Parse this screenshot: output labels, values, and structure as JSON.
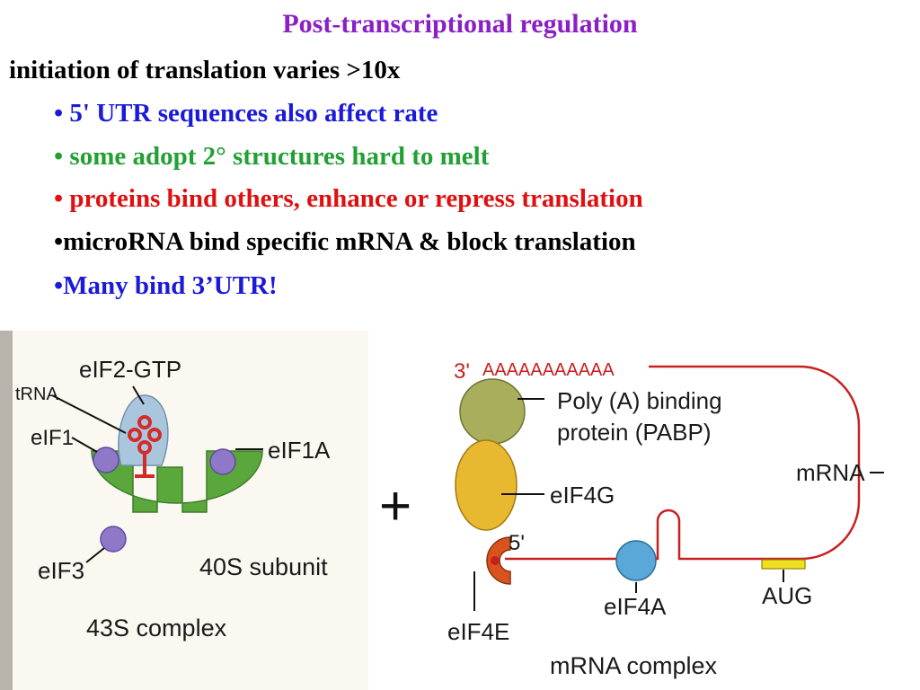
{
  "slide": {
    "title": "Post-transcriptional regulation",
    "intro": "initiation of translation varies >10x",
    "bullets": [
      {
        "marker": "•",
        "text": " 5' UTR sequences also affect rate",
        "color": "#1a1ad8"
      },
      {
        "marker": "•",
        "text": " some adopt 2° structures hard to melt",
        "color": "#22a034"
      },
      {
        "marker": "•",
        "text": " proteins bind others, enhance or repress translation",
        "color": "#e01010"
      },
      {
        "marker": "•",
        "text": "microRNA bind specific mRNA & block translation",
        "color": "#000000"
      },
      {
        "marker": "•",
        "text": "Many bind 3’UTR!",
        "color": "#1a1ad8"
      }
    ]
  },
  "figure": {
    "left_panel": {
      "labels": {
        "eif2_gtp": "eIF2-GTP",
        "trna": "tRNA",
        "eif1": "eIF1",
        "eif1a": "eIF1A",
        "eif3": "eIF3",
        "subunit_40s": "40S subunit",
        "complex_43s": "43S complex"
      }
    },
    "plus": "+",
    "right_panel": {
      "labels": {
        "three_prime": "3'",
        "poly_a": "AAAAAAAAAAA",
        "pabp_line1": "Poly (A) binding",
        "pabp_line2": "protein (PABP)",
        "mrna": "mRNA",
        "eif4g": "eIF4G",
        "five_prime": "5'",
        "eif4a": "eIF4A",
        "aug": "AUG",
        "eif4e": "eIF4E",
        "mrna_complex": "mRNA complex"
      }
    },
    "colors": {
      "subunit_40s": "#5aa83c",
      "eif_purple": "#8f78c8",
      "eif2": "#a9c6dc",
      "trna": "#d42a2a",
      "pabp": "#a8ae5c",
      "eif4g": "#e8b830",
      "eif4e": "#d9541c",
      "eif4a": "#5aa8d8",
      "mrna_line": "#c82020",
      "aug_box": "#f0e020"
    }
  }
}
